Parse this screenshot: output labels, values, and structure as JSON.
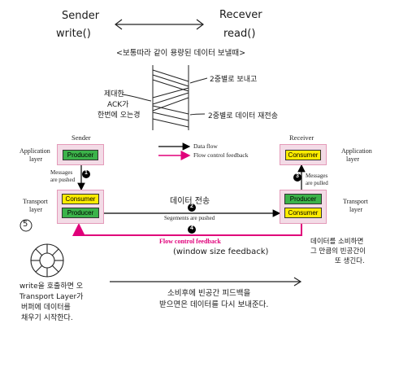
{
  "notes": {
    "sender": "Sender",
    "write": "write()",
    "receiver": "Recever",
    "read": "read()",
    "title": "<보통따라 같이 용량된 데이터 보낼때>",
    "ack_note_1": "제대한",
    "ack_note_2": "ACK가",
    "ack_note_3": "한번에 오는경",
    "right_note_1": "2중별로 보내고",
    "right_note_2": "2중별로 데이터 재전송",
    "data_transfer": "데이터 전송",
    "window_note": "(window size feedback)",
    "consumer_note_1": "데이터를 소비하면",
    "consumer_note_2": "그 만큼의 빈공간이",
    "consumer_note_3": "또 생긴다.",
    "write_note_1": "write을 호출하면 오",
    "write_note_2": "Transport Layer가",
    "write_note_3": "버퍼에 데이터를",
    "write_note_4": "채우기 시작한다.",
    "feedback_note_1": "소비후에 빈공간 피드백을",
    "feedback_note_2": "받으면은 데이터를 다시 보내준다.",
    "circle_num": "5"
  },
  "diagram": {
    "sender_label": "Sender",
    "receiver_label": "Receiver",
    "app_layer_left": [
      "Application",
      "layer"
    ],
    "app_layer_right": [
      "Application",
      "layer"
    ],
    "transport_left": [
      "Transport",
      "layer"
    ],
    "transport_right": [
      "Transport",
      "layer"
    ],
    "producer_top": "Producer",
    "consumer_top": "Consumer",
    "consumer_left": "Consumer",
    "producer_left": "Producer",
    "producer_right": "Producer",
    "consumer_right": "Consumer",
    "legend_data": "Data flow",
    "legend_feedback": "Flow control feedback",
    "msg_pushed": [
      "Messages",
      "are pushed"
    ],
    "msg_pulled": [
      "Messages",
      "are pulled"
    ],
    "segments_pushed": "Segements are pushed",
    "fcf_label": "Flow control feedback",
    "step1": "1",
    "step2": "2",
    "step3": "3",
    "step4": "4"
  },
  "colors": {
    "feedback": "#e0007a",
    "data": "#000000",
    "producer": "#3cb34a",
    "consumer": "#ffec00",
    "box_bg": "#f3dbe6"
  }
}
